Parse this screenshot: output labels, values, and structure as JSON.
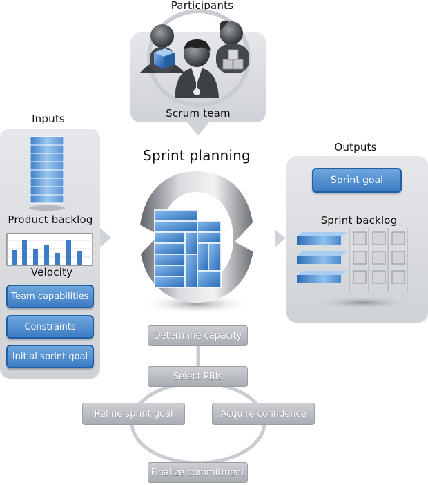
{
  "participants": {
    "title": "Participants",
    "label": "Scrum team"
  },
  "inputs": {
    "title": "Inputs",
    "product_backlog_label": "Product backlog",
    "velocity_label": "Velocity",
    "boxes": [
      "Team capabilities",
      "Constraints",
      "Initial sprint goal"
    ]
  },
  "center": {
    "title": "Sprint planning"
  },
  "outputs": {
    "title": "Outputs",
    "goal_box": "Sprint goal",
    "backlog_label": "Sprint backlog"
  },
  "steps": {
    "determine_capacity": "Determine capacity",
    "select_pbis": "Select PBIs",
    "refine_goal": "Refine sprint goal",
    "acquire_confidence": "Acquire confidence",
    "finalize": "Finalize commitment"
  },
  "colors": {
    "accent_blue": "#3d7cc4",
    "panel_gray": "#d8dadd",
    "step_gray": "#b4b7bc"
  }
}
